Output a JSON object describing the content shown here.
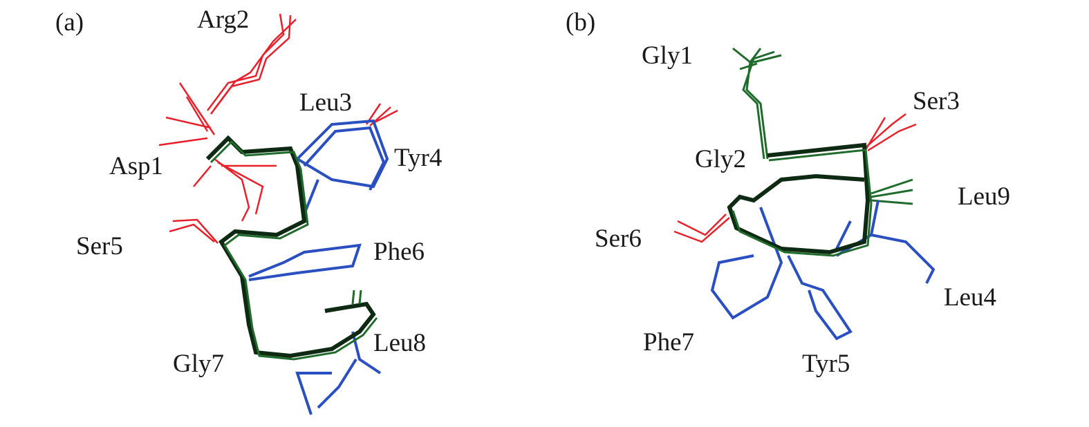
{
  "panels": [
    {
      "tag": "(a)",
      "labels": [
        "Arg2",
        "Leu3",
        "Asp1",
        "Tyr4",
        "Ser5",
        "Phe6",
        "Leu8",
        "Gly7"
      ]
    },
    {
      "tag": "(b)",
      "labels": [
        "Gly1",
        "Ser3",
        "Gly2",
        "Leu9",
        "Ser6",
        "Leu4",
        "Phe7",
        "Tyr5"
      ]
    }
  ],
  "colors": {
    "acidic_polar": "#e8202a",
    "hydrophobic": "#2a4fc0",
    "glycine_backbone": "#1f6b2c"
  }
}
